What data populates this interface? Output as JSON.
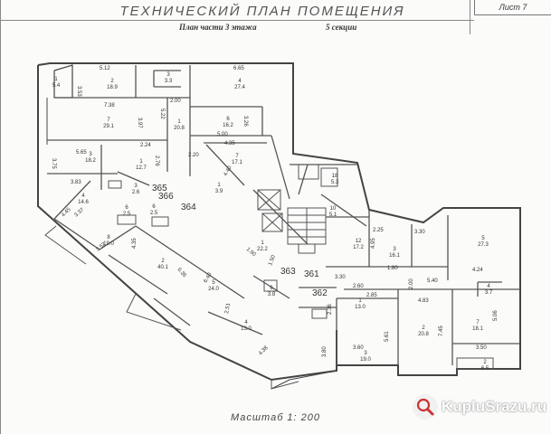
{
  "title": "ТЕХНИЧЕСКИЙ ПЛАН ПОМЕЩЕНИЯ",
  "sheet_label": "Лист 7",
  "subtitle": {
    "left": "План части 3 этажа",
    "right": "5 секции"
  },
  "scale_label": "Масштаб  1: 200",
  "watermark": "KupluSrazu.ru",
  "apartments": [
    "366",
    "365",
    "364",
    "363",
    "361",
    "362"
  ],
  "dimensions": [
    "5.12",
    "6.65",
    "3.53",
    "2.00",
    "7.38",
    "3.97",
    "5.22",
    "3.26",
    "5.00",
    "5.65",
    "2.24",
    "4.35",
    "3.75",
    "2.76",
    "3.83",
    "4.40",
    "2.20",
    "3.37",
    "4.45",
    "3.52",
    "4.35",
    "6.35",
    "6.40",
    "2.25",
    "3.30",
    "4.95",
    "1.80",
    "5.40",
    "4.24",
    "4.83",
    "2.00",
    "3.60",
    "5.61",
    "7.45",
    "5.06",
    "3.50",
    "3.80",
    "2.51",
    "2.85",
    "4.38",
    "3.30",
    "2.60",
    "2.36",
    "1.90",
    "1.50"
  ],
  "rooms": [
    {
      "no": "1",
      "area": "5.4"
    },
    {
      "no": "2",
      "area": "18.9"
    },
    {
      "no": "3",
      "area": "3.3"
    },
    {
      "no": "4",
      "area": "27.4"
    },
    {
      "no": "1",
      "area": "20.8"
    },
    {
      "no": "7",
      "area": "29.1"
    },
    {
      "no": "6",
      "area": "16.2"
    },
    {
      "no": "3",
      "area": "18.2"
    },
    {
      "no": "1",
      "area": "12.7"
    },
    {
      "no": "7",
      "area": "17.1"
    },
    {
      "no": "4",
      "area": "14.6"
    },
    {
      "no": "3",
      "area": "2.6"
    },
    {
      "no": "1",
      "area": "3.9"
    },
    {
      "no": "6",
      "area": "2.5"
    },
    {
      "no": "18",
      "area": "5.3"
    },
    {
      "no": "10",
      "area": "5.1"
    },
    {
      "no": "6",
      "area": "2.5"
    },
    {
      "no": "8",
      "area": "19.0"
    },
    {
      "no": "2",
      "area": "40.1"
    },
    {
      "no": "5",
      "area": "24.0"
    },
    {
      "no": "1",
      "area": "22.2"
    },
    {
      "no": "12",
      "area": "17.2"
    },
    {
      "no": "3",
      "area": "16.1"
    },
    {
      "no": "5",
      "area": "27.3"
    },
    {
      "no": "4",
      "area": "3.7"
    },
    {
      "no": "1",
      "area": "13.0"
    },
    {
      "no": "2",
      "area": "20.8"
    },
    {
      "no": "7",
      "area": "18.1"
    },
    {
      "no": "3",
      "area": "19.0"
    },
    {
      "no": "6",
      "area": "3.8"
    },
    {
      "no": "4",
      "area": "13.0"
    },
    {
      "no": "2",
      "area": "6.5"
    }
  ]
}
